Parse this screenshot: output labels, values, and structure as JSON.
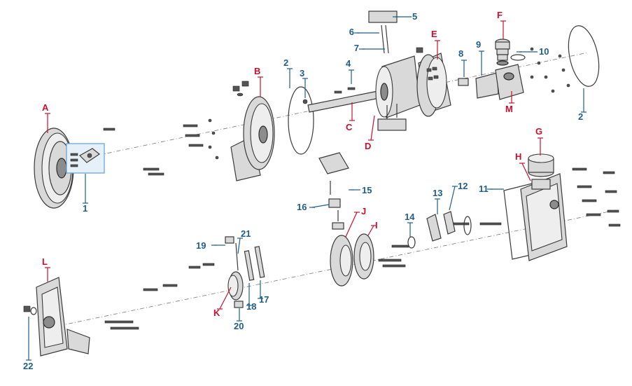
{
  "colors": {
    "letter_callout": "#c8102e",
    "number_callout": "#1f5e8c",
    "part_fill": "#d9d9d9",
    "part_stroke": "#3a3a3a",
    "highlight_box": "#6aa6d6"
  },
  "letter_labels": [
    "A",
    "B",
    "C",
    "D",
    "E",
    "F",
    "G",
    "H",
    "I",
    "J",
    "K",
    "L",
    "M"
  ],
  "number_labels": [
    "1",
    "2",
    "2",
    "3",
    "4",
    "5",
    "6",
    "7",
    "8",
    "9",
    "10",
    "11",
    "12",
    "13",
    "14",
    "15",
    "16",
    "17",
    "18",
    "19",
    "20",
    "21",
    "22"
  ]
}
